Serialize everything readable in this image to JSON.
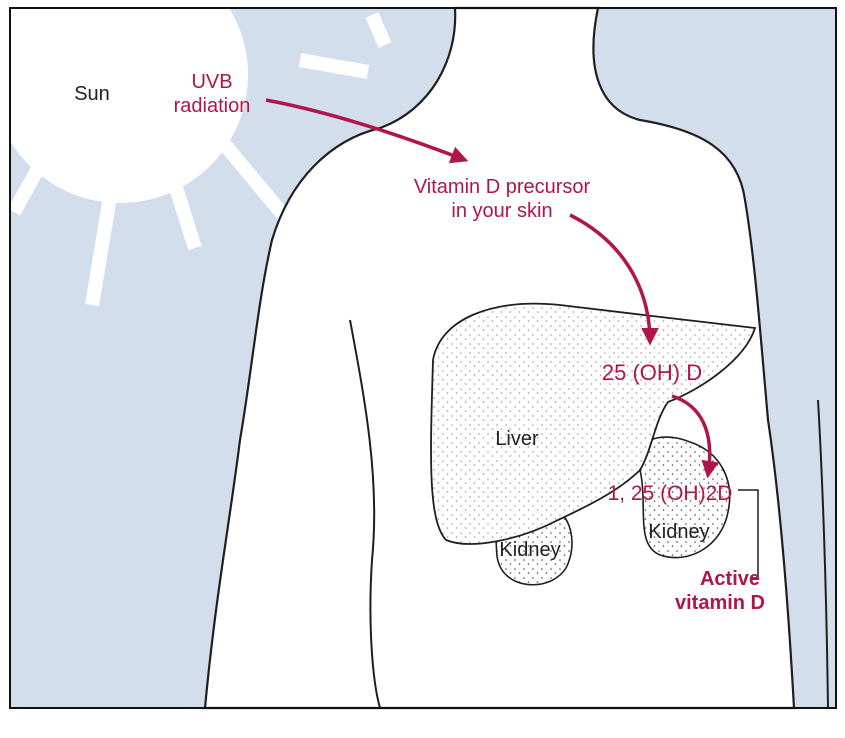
{
  "colors": {
    "sky": "#d3deed",
    "accent": "#b0164a",
    "outline": "#1f1f1f",
    "body": "#ffffff"
  },
  "labels": {
    "sun": "Sun",
    "uvb_line1": "UVB",
    "uvb_line2": "radiation",
    "precursor_line1": "Vitamin D precursor",
    "precursor_line2": "in your skin",
    "compound_25oh": "25 (OH) D",
    "liver": "Liver",
    "compound_125oh": "1, 25 (OH)2D",
    "kidney_left": "Kidney",
    "kidney_right": "Kidney",
    "active_line1": "Active",
    "active_line2": "vitamin D"
  },
  "icons": [
    "sun-icon",
    "human-torso-icon",
    "liver-icon",
    "kidney-icon",
    "flow-arrow-icon"
  ]
}
